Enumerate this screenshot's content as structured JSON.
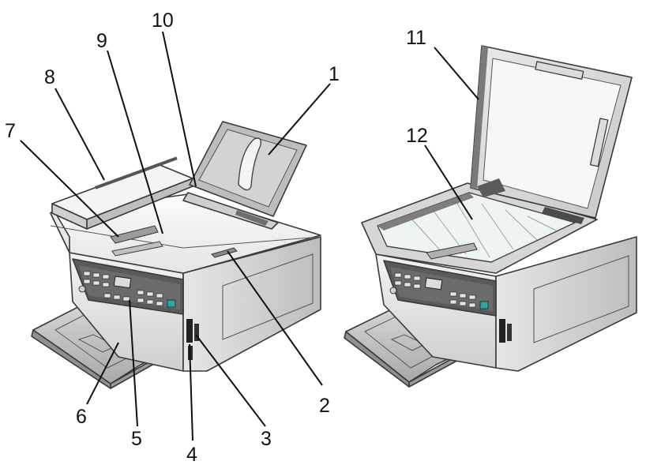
{
  "diagram": {
    "callouts": [
      {
        "id": "1",
        "label": "1"
      },
      {
        "id": "2",
        "label": "2"
      },
      {
        "id": "3",
        "label": "3"
      },
      {
        "id": "4",
        "label": "4"
      },
      {
        "id": "5",
        "label": "5"
      },
      {
        "id": "6",
        "label": "6"
      },
      {
        "id": "7",
        "label": "7"
      },
      {
        "id": "8",
        "label": "8"
      },
      {
        "id": "9",
        "label": "9"
      },
      {
        "id": "10",
        "label": "10"
      },
      {
        "id": "11",
        "label": "11"
      },
      {
        "id": "12",
        "label": "12"
      }
    ],
    "colors": {
      "body_light": "#f2f2f2",
      "body_mid": "#d9d9d9",
      "body_dark": "#8c8c8c",
      "panel_dark": "#4a4a4a",
      "accent_button": "#2aa7a0",
      "line": "#111111"
    }
  }
}
